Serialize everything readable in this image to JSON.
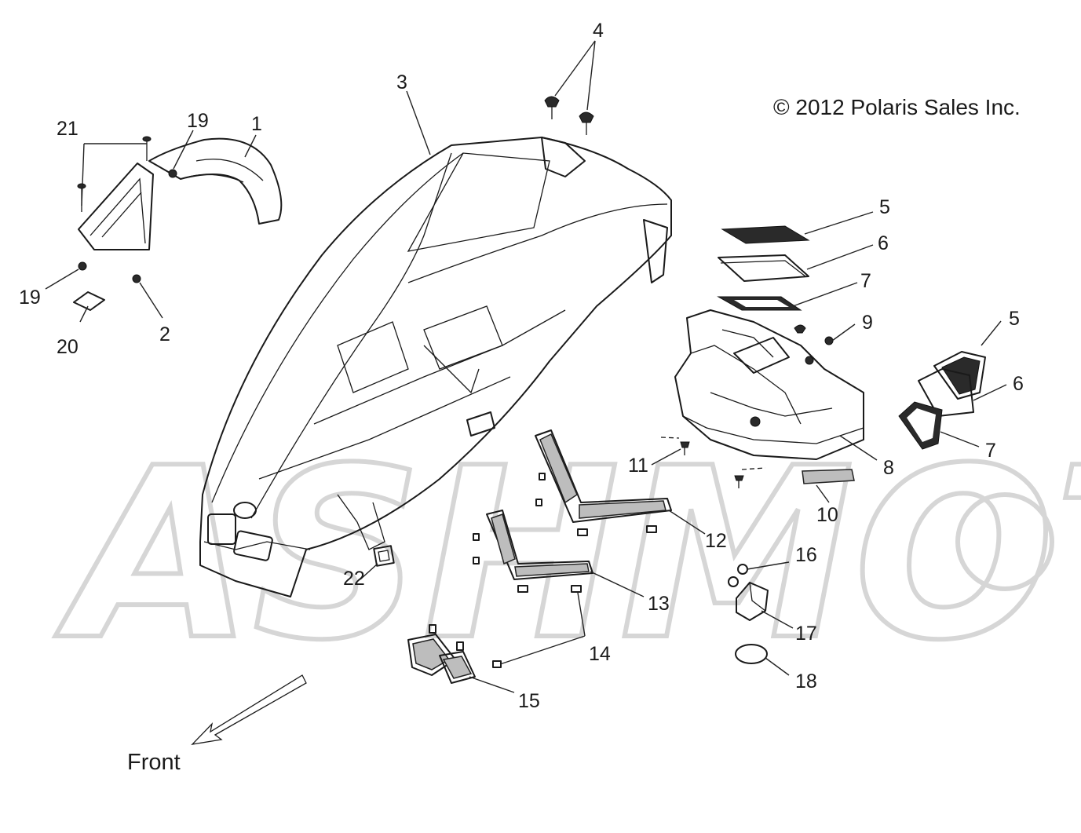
{
  "copyright": "© 2012 Polaris Sales Inc.",
  "front_label": "Front",
  "watermark": "ASHMOTO",
  "callouts": [
    {
      "id": "c1",
      "text": "1"
    },
    {
      "id": "c2",
      "text": "2"
    },
    {
      "id": "c3",
      "text": "3"
    },
    {
      "id": "c4",
      "text": "4"
    },
    {
      "id": "c5a",
      "text": "5"
    },
    {
      "id": "c5b",
      "text": "5"
    },
    {
      "id": "c6a",
      "text": "6"
    },
    {
      "id": "c6b",
      "text": "6"
    },
    {
      "id": "c7a",
      "text": "7"
    },
    {
      "id": "c7b",
      "text": "7"
    },
    {
      "id": "c8",
      "text": "8"
    },
    {
      "id": "c9",
      "text": "9"
    },
    {
      "id": "c10",
      "text": "10"
    },
    {
      "id": "c11",
      "text": "11"
    },
    {
      "id": "c12",
      "text": "12"
    },
    {
      "id": "c13",
      "text": "13"
    },
    {
      "id": "c14",
      "text": "14"
    },
    {
      "id": "c15",
      "text": "15"
    },
    {
      "id": "c16",
      "text": "16"
    },
    {
      "id": "c17",
      "text": "17"
    },
    {
      "id": "c18",
      "text": "18"
    },
    {
      "id": "c19a",
      "text": "19"
    },
    {
      "id": "c19b",
      "text": "19"
    },
    {
      "id": "c20",
      "text": "20"
    },
    {
      "id": "c21",
      "text": "21"
    },
    {
      "id": "c22",
      "text": "22"
    }
  ]
}
